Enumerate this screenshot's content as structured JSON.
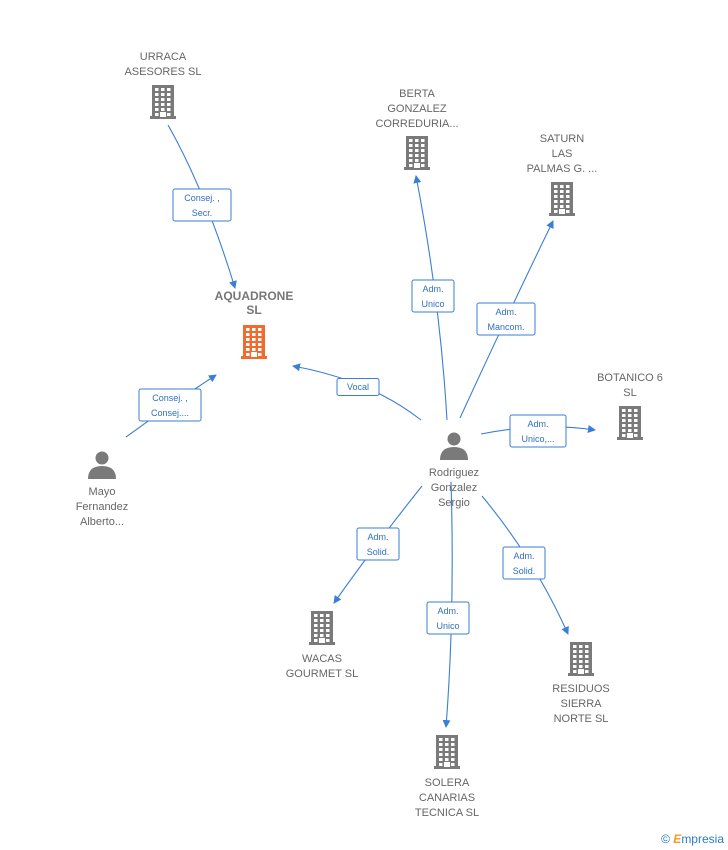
{
  "colors": {
    "company": "#7a7a7a",
    "focus": "#f26a2e",
    "person": "#7a7a7a",
    "edge": "#3a7fd5"
  },
  "nodes": [
    {
      "id": "urraca",
      "type": "company",
      "icon": "building-icon",
      "lines": [
        "URRACA",
        "ASESORES  SL"
      ]
    },
    {
      "id": "aquadrone",
      "type": "focus",
      "icon": "building-icon",
      "lines": [
        "AQUADRONE",
        "SL"
      ]
    },
    {
      "id": "berta",
      "type": "company",
      "icon": "building-icon",
      "lines": [
        "BERTA",
        "GONZALEZ",
        "CORREDURIA..."
      ]
    },
    {
      "id": "saturn",
      "type": "company",
      "icon": "building-icon",
      "lines": [
        "SATURN",
        "LAS",
        "PALMAS G. ..."
      ]
    },
    {
      "id": "botanico",
      "type": "company",
      "icon": "building-icon",
      "lines": [
        "BOTANICO 6",
        "SL"
      ]
    },
    {
      "id": "rodriguez",
      "type": "person",
      "icon": "person-icon",
      "lines": [
        "Rodriguez",
        "Gonzalez",
        "Sergio"
      ]
    },
    {
      "id": "mayo",
      "type": "person",
      "icon": "person-icon",
      "lines": [
        "Mayo",
        "Fernandez",
        "Alberto..."
      ]
    },
    {
      "id": "wacas",
      "type": "company",
      "icon": "building-icon",
      "lines": [
        "WACAS",
        "GOURMET  SL"
      ]
    },
    {
      "id": "solera",
      "type": "company",
      "icon": "building-icon",
      "lines": [
        "SOLERA",
        "CANARIAS",
        "TECNICA  SL"
      ]
    },
    {
      "id": "residuos",
      "type": "company",
      "icon": "building-icon",
      "lines": [
        "RESIDUOS",
        "SIERRA",
        "NORTE SL"
      ]
    }
  ],
  "edges": [
    {
      "id": "e-urraca-aquadrone",
      "label": [
        "Consej. ,",
        "Secr."
      ]
    },
    {
      "id": "e-mayo-aquadrone",
      "label": [
        "Consej. ,",
        "Consej...."
      ]
    },
    {
      "id": "e-rodriguez-aquadrone",
      "label": [
        "Vocal"
      ]
    },
    {
      "id": "e-rodriguez-berta",
      "label": [
        "Adm.",
        "Unico"
      ]
    },
    {
      "id": "e-rodriguez-saturn",
      "label": [
        "Adm.",
        "Mancom."
      ]
    },
    {
      "id": "e-rodriguez-botanico",
      "label": [
        "Adm.",
        "Unico,..."
      ]
    },
    {
      "id": "e-rodriguez-wacas",
      "label": [
        "Adm.",
        "Solid."
      ]
    },
    {
      "id": "e-rodriguez-solera",
      "label": [
        "Adm.",
        "Unico"
      ]
    },
    {
      "id": "e-rodriguez-residuos",
      "label": [
        "Adm.",
        "Solid."
      ]
    }
  ],
  "brand": {
    "copyright": "©",
    "initial": "E",
    "rest": "mpresia"
  }
}
